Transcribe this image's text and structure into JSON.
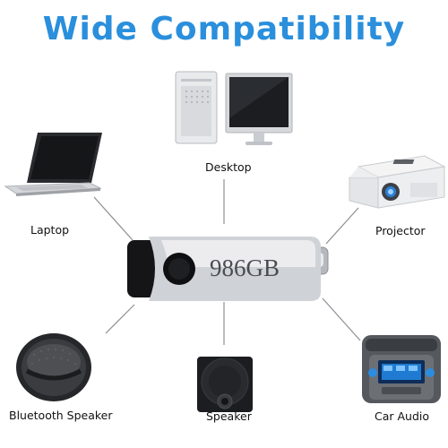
{
  "title": "Wide Compatibility",
  "drive": {
    "capacity": "986GB"
  },
  "devices": {
    "desktop": "Desktop",
    "laptop": "Laptop",
    "projector": "Projector",
    "bluetooth_speaker": "Bluetooth Speaker",
    "speaker": "Speaker",
    "car_audio": "Car Audio"
  },
  "colors": {
    "title": "#2a8fdc",
    "connector_line": "#8a8f95"
  }
}
